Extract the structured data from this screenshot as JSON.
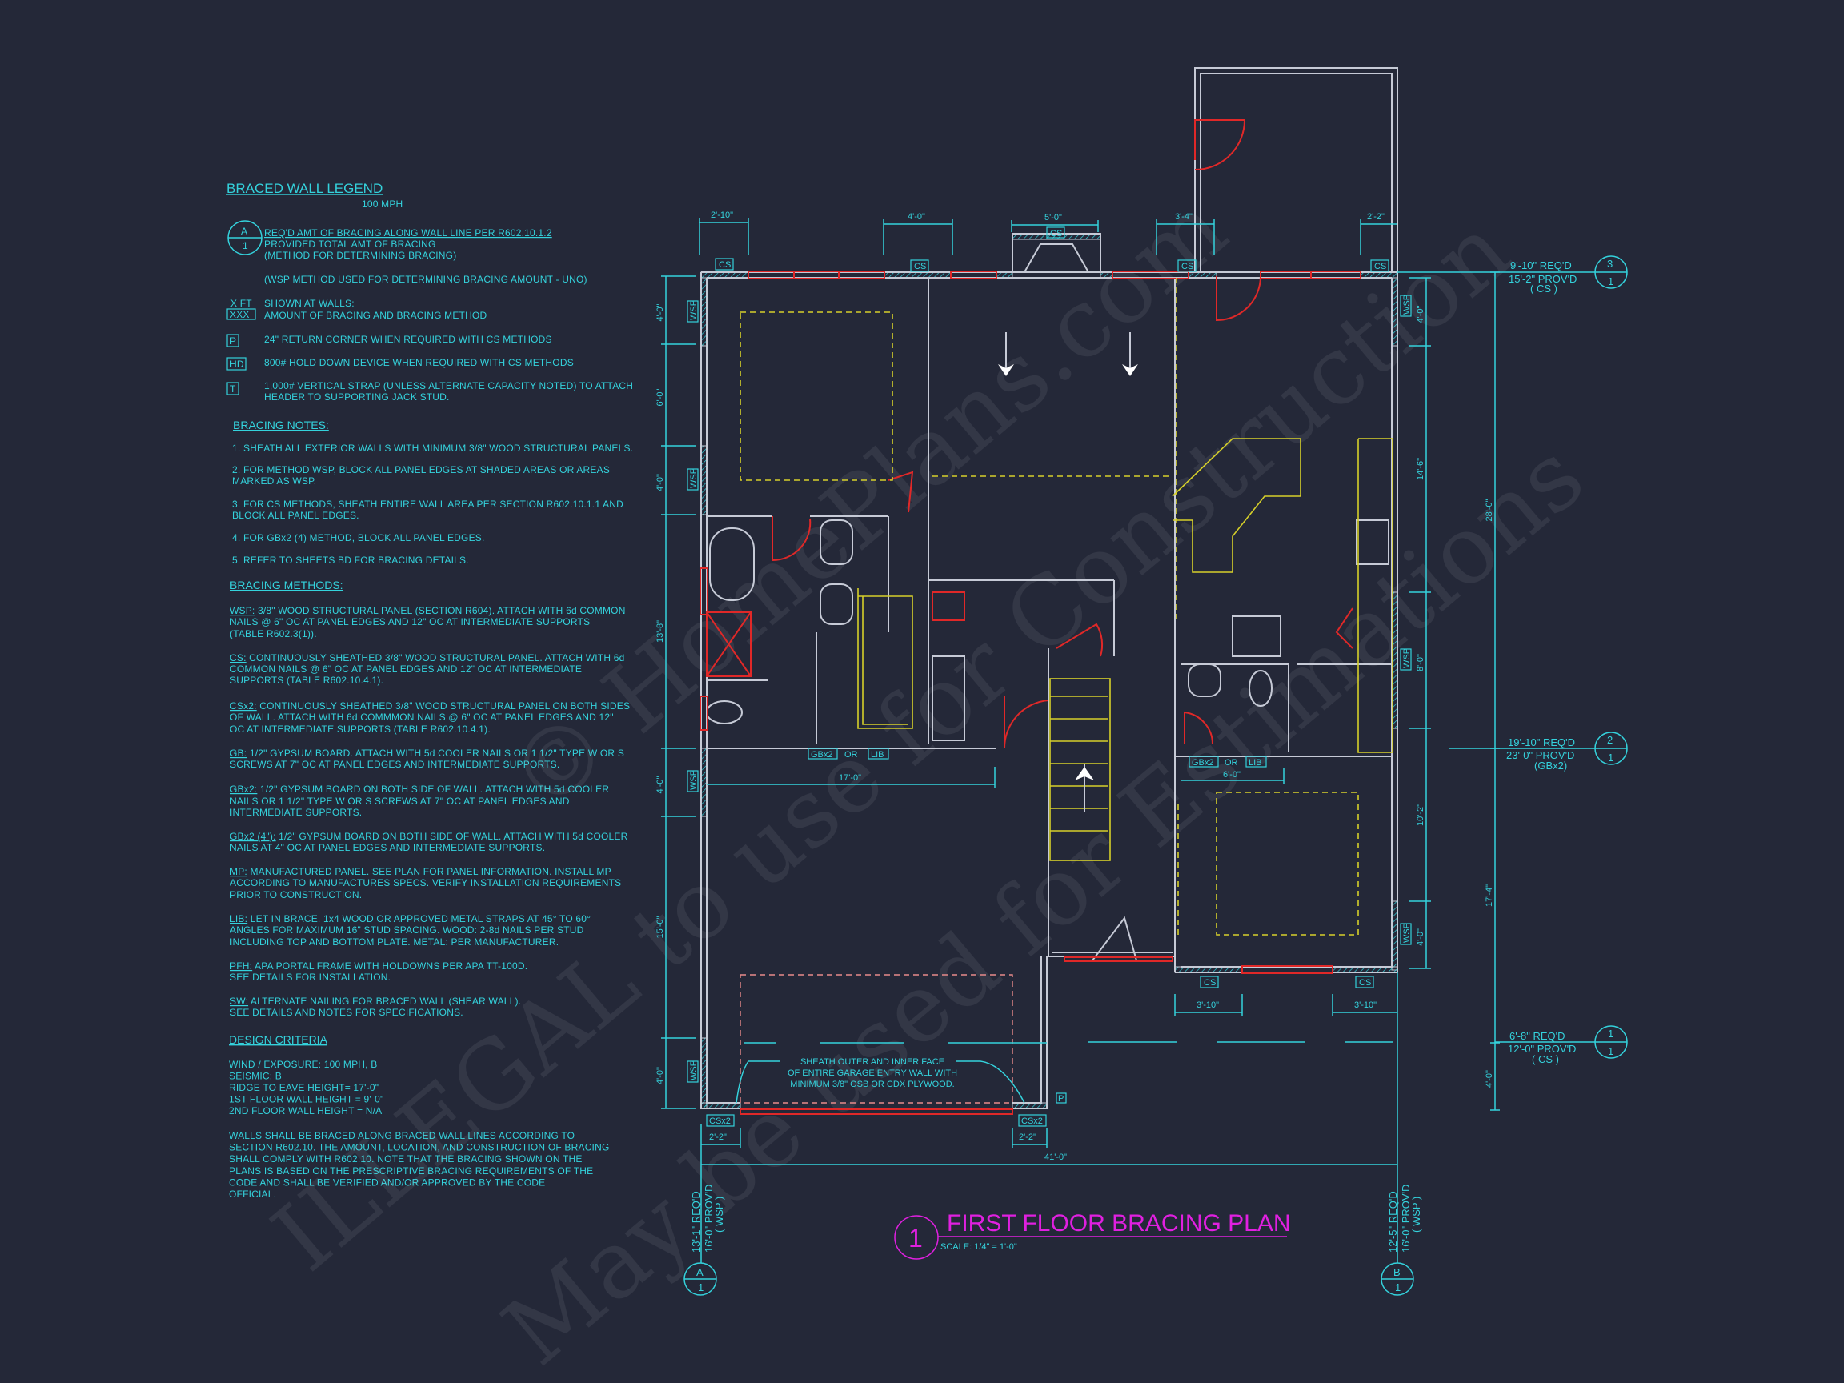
{
  "colors": {
    "background": "#242838",
    "annotation": "#34d2dc",
    "wall": "#c6cad6",
    "window": "#e02828",
    "ceiling": "#d6d02a",
    "title": "#e020e0"
  },
  "legend": {
    "title": "BRACED WALL LEGEND",
    "speed": "100 MPH",
    "bubble_top": "A",
    "bubble_bottom": "1",
    "bubble_lines": [
      "REQ'D AMT OF BRACING ALONG WALL LINE PER R602.10.1.2",
      "PROVIDED TOTAL AMT OF BRACING",
      "(METHOD FOR DETERMINING BRACING)"
    ],
    "uno": "(WSP METHOD USED FOR DETERMINING BRACING AMOUNT - UNO)",
    "xft_top": "X FT",
    "xft_box": "XXX",
    "xft_lines": [
      "SHOWN AT WALLS:",
      "AMOUNT OF BRACING AND BRACING METHOD"
    ],
    "p_symbol": "P",
    "p_text": "24\" RETURN CORNER WHEN REQUIRED WITH CS METHODS",
    "hd_symbol": "HD",
    "hd_text": "800# HOLD DOWN DEVICE WHEN REQUIRED WITH CS METHODS",
    "t_symbol": "T",
    "t_lines": [
      "1,000# VERTICAL STRAP (UNLESS ALTERNATE CAPACITY NOTED) TO ATTACH",
      "HEADER TO SUPPORTING JACK STUD."
    ]
  },
  "notes": {
    "title": "BRACING NOTES:",
    "items": [
      [
        "1. SHEATH ALL EXTERIOR WALLS WITH MINIMUM 3/8\" WOOD STRUCTURAL PANELS."
      ],
      [
        "2. FOR METHOD WSP, BLOCK ALL PANEL EDGES AT SHADED AREAS OR AREAS",
        "MARKED AS WSP."
      ],
      [
        "3. FOR CS METHODS, SHEATH ENTIRE WALL AREA PER SECTION R602.10.1.1 AND",
        "BLOCK ALL PANEL EDGES."
      ],
      [
        "4. FOR GBx2 (4) METHOD, BLOCK ALL PANEL EDGES."
      ],
      [
        "5. REFER TO SHEETS BD FOR BRACING DETAILS."
      ]
    ]
  },
  "methods": {
    "title": "BRACING METHODS:",
    "items": [
      {
        "code": "WSP:",
        "lines": [
          " 3/8\" WOOD STRUCTURAL PANEL (SECTION R604). ATTACH WITH 6d COMMON",
          "NAILS @ 6\" OC AT PANEL EDGES AND 12\" OC AT INTERMEDIATE SUPPORTS",
          "(TABLE R602.3(1))."
        ]
      },
      {
        "code": "CS:",
        "lines": [
          " CONTINUOUSLY SHEATHED 3/8\" WOOD STRUCTURAL PANEL. ATTACH WITH 6d",
          "COMMON NAILS @ 6\" OC AT PANEL EDGES AND 12\" OC AT INTERMEDIATE",
          "SUPPORTS (TABLE R602.10.4.1)."
        ]
      },
      {
        "code": "CSx2:",
        "lines": [
          " CONTINUOUSLY SHEATHED 3/8\" WOOD STRUCTURAL PANEL ON BOTH SIDES",
          "OF WALL. ATTACH WITH 6d COMMMON NAILS @ 6\" OC AT PANEL EDGES AND 12\"",
          "OC AT INTERMEDIATE SUPPORTS (TABLE R602.10.4.1)."
        ]
      },
      {
        "code": "GB:",
        "lines": [
          " 1/2\" GYPSUM BOARD. ATTACH WITH 5d COOLER NAILS OR 1 1/2\" TYPE W OR S",
          "SCREWS AT 7\" OC AT PANEL EDGES AND INTERMEDIATE SUPPORTS."
        ]
      },
      {
        "code": "GBx2:",
        "lines": [
          " 1/2\" GYPSUM BOARD ON BOTH SIDE OF WALL. ATTACH WITH 5d COOLER",
          "NAILS OR 1 1/2\" TYPE W OR S SCREWS AT 7\" OC AT PANEL EDGES AND",
          "INTERMEDIATE SUPPORTS."
        ]
      },
      {
        "code": "GBx2 (4\"):",
        "lines": [
          " 1/2\" GYPSUM BOARD ON BOTH SIDE OF WALL. ATTACH WITH 5d COOLER",
          "NAILS AT 4\" OC AT PANEL EDGES AND INTERMEDIATE SUPPORTS."
        ]
      },
      {
        "code": "MP:",
        "lines": [
          " MANUFACTURED PANEL. SEE PLAN FOR PANEL INFORMATION. INSTALL MP",
          "ACCORDING TO MANUFACTURES SPECS. VERIFY INSTALLATION REQUIREMENTS",
          "PRIOR TO CONSTRUCTION."
        ]
      },
      {
        "code": "LIB:",
        "lines": [
          " LET IN BRACE. 1x4 WOOD OR APPROVED METAL STRAPS AT 45° TO 60°",
          "ANGLES FOR MAXIMUM 16\" STUD SPACING. WOOD: 2-8d NAILS PER STUD",
          "INCLUDING TOP AND BOTTOM PLATE. METAL: PER MANUFACTURER."
        ]
      },
      {
        "code": "PFH:",
        "lines": [
          " APA PORTAL FRAME WITH HOLDOWNS PER APA TT-100D.",
          "SEE DETAILS FOR INSTALLATION."
        ]
      },
      {
        "code": "SW:",
        "lines": [
          " ALTERNATE NAILING FOR BRACED WALL (SHEAR WALL).",
          "SEE DETAILS AND NOTES FOR SPECIFICATIONS."
        ]
      }
    ]
  },
  "design": {
    "title": "DESIGN CRITERIA",
    "lines": [
      "WIND / EXPOSURE:  100 MPH, B",
      "SEISMIC:  B",
      "RIDGE TO EAVE HEIGHT= 17'-0\"",
      "1ST FLOOR WALL HEIGHT = 9'-0\"",
      "2ND FLOOR WALL HEIGHT = N/A"
    ],
    "paragraph": [
      "WALLS SHALL BE BRACED ALONG BRACED WALL LINES ACCORDING TO",
      "SECTION R602.10. THE AMOUNT, LOCATION, AND CONSTRUCTION OF BRACING",
      "SHALL COMPLY WITH R602.10. NOTE THAT THE BRACING SHOWN ON THE",
      "PLANS IS BASED ON THE PRESCRIPTIVE BRACING REQUIREMENTS OF THE",
      "CODE AND SHALL BE VERIFIED AND/OR APPROVED BY THE CODE",
      "OFFICIAL."
    ]
  },
  "plan": {
    "top_dims": [
      "2'-10\"",
      "4'-0\"",
      "5'-0\"",
      "3'-4\"",
      "2'-2\""
    ],
    "left_dims": [
      "4'-0\"",
      "6'-0\"",
      "4'-0\"",
      "13'-8\"",
      "4'-0\"",
      "15'-0\"",
      "4'-0\""
    ],
    "right_dims": [
      "4'-0\"",
      "14'-6\"",
      "8'-0\"",
      "10'-2\"",
      "4'-0\""
    ],
    "outer_right_dims": [
      "28'-0\"",
      "17'-4\"",
      "4'-0\""
    ],
    "overall_width": "41'-0\"",
    "bottom_dims": [
      "2'-2\"",
      "2'-2\""
    ],
    "rear_dims": [
      "3'-10\"",
      "3'-10\""
    ],
    "interior_dims": [
      "17'-0\"",
      "6'-0\""
    ],
    "tags": {
      "cs": "CS",
      "wsp": "WSP",
      "csx2": "CSx2",
      "gbx2": "GBx2",
      "or": "OR",
      "lib": "LIB",
      "p": "P"
    },
    "garage_note": [
      "SHEATH OUTER AND INNER FACE",
      "OF ENTIRE GARAGE ENTRY WALL WITH",
      "MINIMUM 3/8\" OSB OR CDX PLYWOOD."
    ],
    "wall_lines": [
      {
        "top": "3",
        "bottom": "1",
        "req": "9'-10\" REQ'D",
        "prov": "15'-2\" PROV'D",
        "method": "( CS )"
      },
      {
        "top": "2",
        "bottom": "1",
        "req": "19'-10\" REQ'D",
        "prov": "23'-0\" PROV'D",
        "method": "(GBx2)"
      },
      {
        "top": "1",
        "bottom": "1",
        "req": "6'-8\" REQ'D",
        "prov": "12'-0\" PROV'D",
        "method": "( CS )"
      },
      {
        "top": "A",
        "bottom": "1",
        "req": "13'-1\" REQ'D",
        "prov": "16'-0\" PROV'D",
        "method": "( WSP )"
      },
      {
        "top": "B",
        "bottom": "1",
        "req": "12'-5\" REQ'D",
        "prov": "16'-0\" PROV'D",
        "method": "( WSP )"
      }
    ]
  },
  "title_block": {
    "number": "1",
    "title": "FIRST FLOOR BRACING PLAN",
    "scale": "SCALE: 1/4\" = 1'-0\""
  },
  "watermark": [
    "© HomePlans.com",
    "ILLEGAL to use for Construction",
    "May be used for Estimations"
  ]
}
